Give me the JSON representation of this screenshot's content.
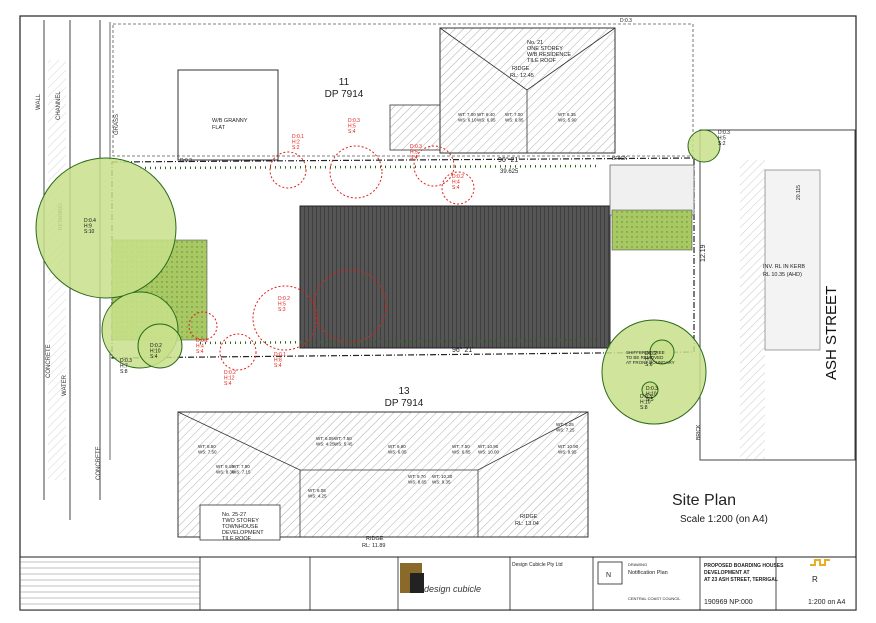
{
  "plan": {
    "title": "Site Plan",
    "scale_note": "Scale 1:200 (on A4)",
    "lots": [
      {
        "number": "11",
        "dp": "DP 7914"
      },
      {
        "number": "13",
        "dp": "DP 7914"
      }
    ],
    "street_name": "ASH  STREET",
    "rear_labels": [
      "WALL",
      "CHANNEL",
      "GRASS",
      "CONCRETE",
      "WATER",
      "CONCRETE",
      "RETAINING"
    ],
    "neighbour_north": {
      "lines": [
        "No. 21",
        "ONE STOREY",
        "W/B RESIDENCE",
        "TILE ROOF"
      ],
      "ridge": "RIDGE",
      "rl": "RL: 12.45"
    },
    "granny_flat": {
      "lines": [
        "W/B GRANNY",
        "FLAT"
      ]
    },
    "neighbour_south": {
      "lines": [
        "No. 25-27",
        "TWO STOREY",
        "TOWNHOUSE",
        "DEVELOPMENT",
        "TILE ROOF"
      ],
      "ridge_1": "RIDGE",
      "rl_1": "RL: 11.89",
      "ridge_2": "RIDGE",
      "rl_2": "RL: 13.04"
    },
    "bearings": [
      "96° 21'",
      "96° 21'"
    ],
    "dimensions": [
      "39.625",
      "12.19",
      "20.115"
    ],
    "kerb_note": "RL 10.35 (AHD)",
    "kerb_label": "INV. RL IN KERB",
    "brick_labels": [
      "BRICK",
      "BRICK"
    ],
    "front_boundary_note": [
      "SHIFFERED TREE",
      "TO BE REMOVED",
      "AT FRONT BOUNDARY"
    ],
    "dot_labels": [
      "D:0.3",
      "D:0.3"
    ],
    "trees_green": [
      {
        "label": [
          "D:0.4",
          "H:9",
          "S:10"
        ]
      },
      {
        "label": [
          "D:0.3",
          "H:7",
          "S:8"
        ]
      },
      {
        "label": [
          "D:0.2",
          "H:10",
          "S:4"
        ]
      },
      {
        "label": [
          "D:0.3",
          "H:10",
          "S:5"
        ]
      },
      {
        "label": [
          "D:0.2",
          "H:5",
          "S:6"
        ]
      },
      {
        "label": [
          "D:0.3",
          "H:5",
          "S:2"
        ]
      },
      {
        "label": [
          "D:0.3",
          "H:10",
          "S:8"
        ]
      }
    ],
    "trees_red": [
      {
        "label": [
          "D:0.1",
          "H:2",
          "S:2"
        ]
      },
      {
        "label": [
          "D:0.3",
          "H:5",
          "S:4"
        ]
      },
      {
        "label": [
          "D:0.3",
          "H:5",
          "S:4"
        ]
      },
      {
        "label": [
          "D:0.2",
          "H:4",
          "S:4"
        ]
      },
      {
        "label": [
          "D:0.2",
          "H:5",
          "S:3"
        ]
      },
      {
        "label": [
          "D:0.1",
          "H:8",
          "S:4"
        ]
      },
      {
        "label": [
          "D:0.2",
          "H:12",
          "S:4"
        ]
      },
      {
        "label": [
          "D:0.1",
          "H:4",
          "S:4"
        ]
      }
    ],
    "window_markers_north": [
      [
        "WT: 7.00",
        "WS: 6.10"
      ],
      [
        "WT: 8.40",
        "WS: 6.95"
      ],
      [
        "WT: 7.00",
        "WS: 6.85"
      ],
      [
        "WT: 6.35",
        "WS: 5.90"
      ]
    ],
    "window_markers_south": [
      [
        "WT: 8.50",
        "WS: 7.50"
      ],
      [
        "WT: 9.10",
        "WS: 8.30"
      ],
      [
        "WT: 7.90",
        "WS: 7.15"
      ],
      [
        "WT: 6.05",
        "WS: 4.25"
      ],
      [
        "WT: 6.90",
        "WS: 6.05"
      ],
      [
        "WT: 9.70",
        "WS: 8.65"
      ],
      [
        "WT: 7.50",
        "WS: 6.85"
      ],
      [
        "WT: 10.30",
        "WS: 9.35"
      ],
      [
        "WT: 10.90",
        "WS: 10.00"
      ],
      [
        "WT: 10.90",
        "WS: 9.95"
      ]
    ],
    "window_markers_extra": [
      [
        "WT: 6.05",
        "WS: 4.25"
      ],
      [
        "WT: 7.50",
        "WS: 5.45"
      ],
      [
        "WT: 8.25",
        "WS: 7.25"
      ]
    ]
  },
  "title_block": {
    "company": "Design Cubicle Pty Ltd",
    "logo_text": "design cubicle",
    "plan_name_label": "DRAWING",
    "plan_name": "Notification Plan",
    "project": [
      "PROPOSED BOARDING HOUSES",
      "DEVELOPMENT AT",
      "AT 23 ASH STREET, TERRIGAL"
    ],
    "council": "CENTRAL COAST COUNCIL",
    "job_number": "190969 NP:000",
    "scale": "1:200 on A4",
    "revision": "R",
    "north_symbol": "N"
  },
  "colors": {
    "green_fill": "#c8e08a",
    "green_line": "#2a6a1a",
    "red_tree": "#e0201a",
    "roof_dark": "#5a5a5a",
    "hatching": "#9c9c9c"
  }
}
